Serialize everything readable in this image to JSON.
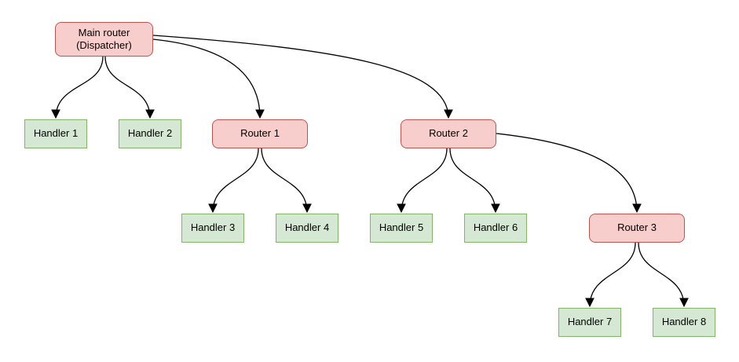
{
  "diagram": {
    "nodes": {
      "main_router": {
        "label": "Main router\n(Dispatcher)",
        "type": "router"
      },
      "handler1": {
        "label": "Handler 1",
        "type": "handler"
      },
      "handler2": {
        "label": "Handler 2",
        "type": "handler"
      },
      "router1": {
        "label": "Router 1",
        "type": "router"
      },
      "router2": {
        "label": "Router 2",
        "type": "router"
      },
      "handler3": {
        "label": "Handler 3",
        "type": "handler"
      },
      "handler4": {
        "label": "Handler 4",
        "type": "handler"
      },
      "handler5": {
        "label": "Handler 5",
        "type": "handler"
      },
      "handler6": {
        "label": "Handler 6",
        "type": "handler"
      },
      "router3": {
        "label": "Router 3",
        "type": "router"
      },
      "handler7": {
        "label": "Handler 7",
        "type": "handler"
      },
      "handler8": {
        "label": "Handler 8",
        "type": "handler"
      }
    },
    "edges": [
      {
        "from": "main_router",
        "to": "handler1"
      },
      {
        "from": "main_router",
        "to": "handler2"
      },
      {
        "from": "main_router",
        "to": "router1"
      },
      {
        "from": "main_router",
        "to": "router2"
      },
      {
        "from": "router1",
        "to": "handler3"
      },
      {
        "from": "router1",
        "to": "handler4"
      },
      {
        "from": "router2",
        "to": "handler5"
      },
      {
        "from": "router2",
        "to": "handler6"
      },
      {
        "from": "router2",
        "to": "router3"
      },
      {
        "from": "router3",
        "to": "handler7"
      },
      {
        "from": "router3",
        "to": "handler8"
      }
    ],
    "colors": {
      "router_fill": "#f8cecc",
      "router_border": "#b85450",
      "handler_fill": "#d5e8d4",
      "handler_border": "#82b366",
      "edge": "#000000",
      "background": "#ffffff"
    }
  }
}
